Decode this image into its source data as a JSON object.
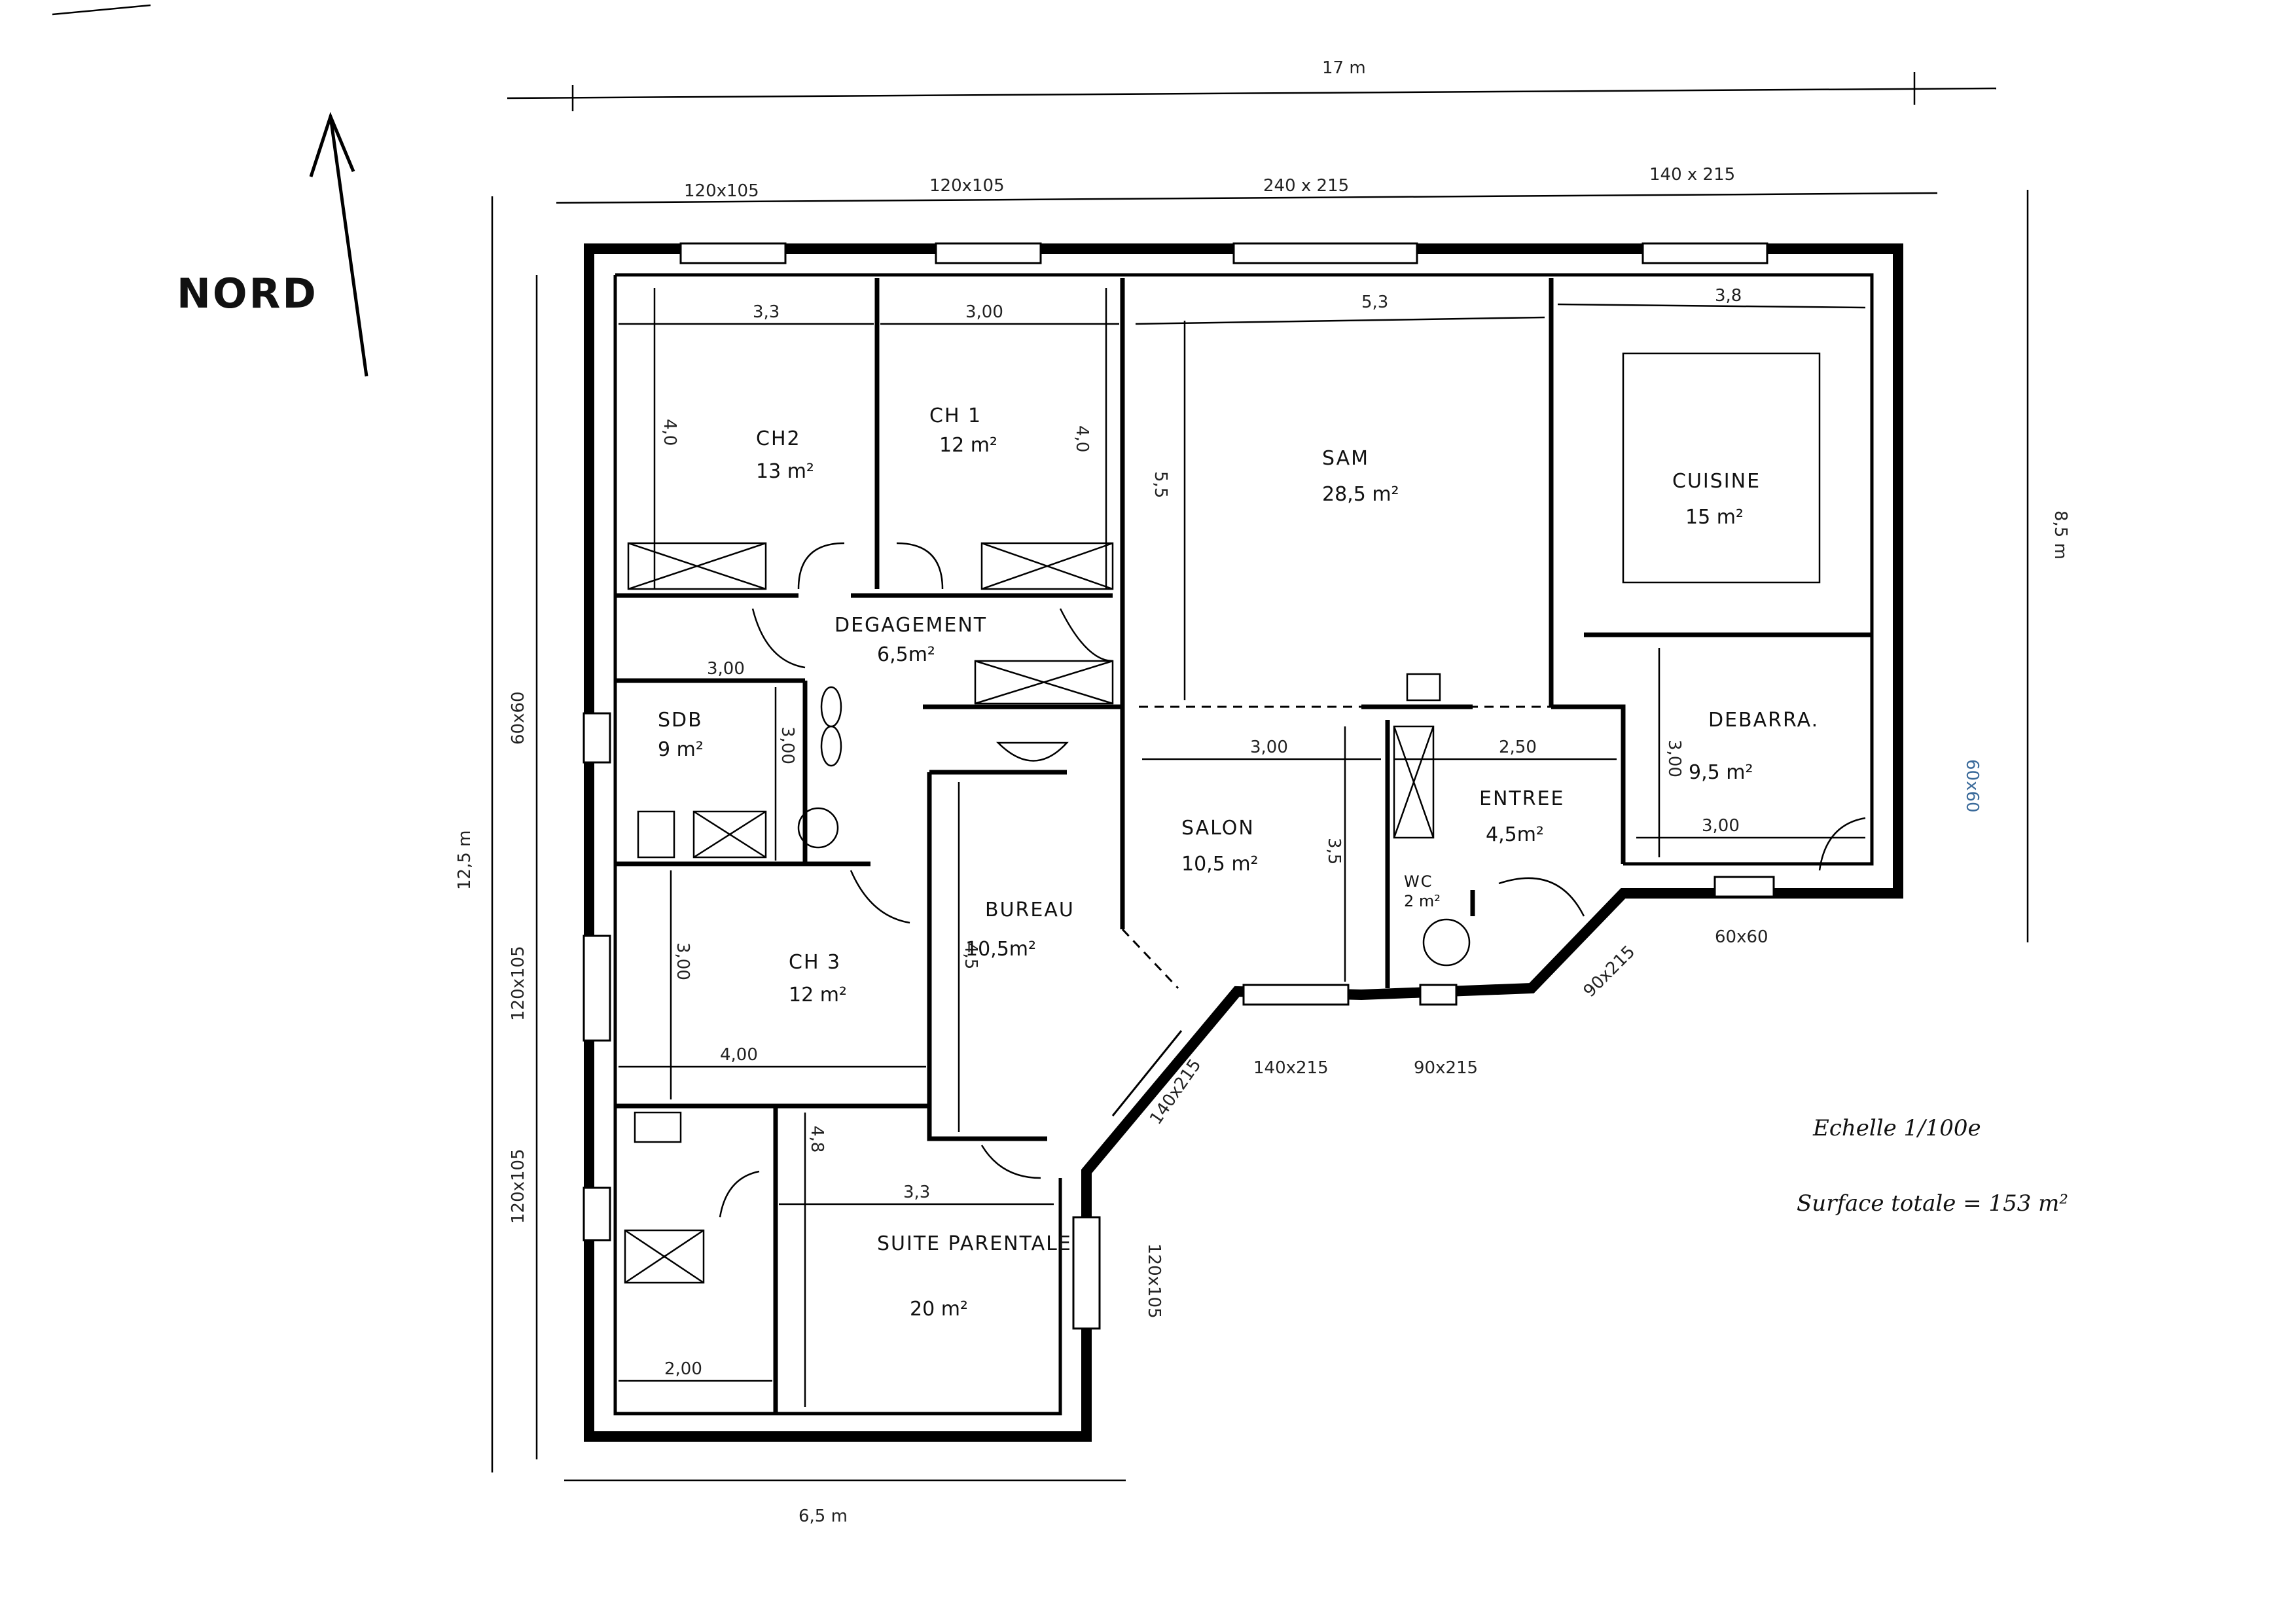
{
  "compass": {
    "label": "NORD"
  },
  "notes": {
    "scale": "Echelle 1/100e",
    "total_area": "Surface totale = 153 m²"
  },
  "rooms": [
    {
      "key": "ch2",
      "name": "CH2",
      "area": "13 m²"
    },
    {
      "key": "ch1",
      "name": "CH 1",
      "area": "12 m²"
    },
    {
      "key": "sam",
      "name": "SAM",
      "area": "28,5 m²"
    },
    {
      "key": "cuisine",
      "name": "CUISINE",
      "area": "15 m²"
    },
    {
      "key": "degagement",
      "name": "DEGAGEMENT",
      "area": "6,5m²"
    },
    {
      "key": "sdb",
      "name": "SDB",
      "area": "9 m²"
    },
    {
      "key": "debarras",
      "name": "DEBARRA.",
      "area": "9,5 m²"
    },
    {
      "key": "salon",
      "name": "SALON",
      "area": "10,5 m²"
    },
    {
      "key": "entree",
      "name": "ENTREE",
      "area": "4,5m²"
    },
    {
      "key": "wc",
      "name": "WC",
      "area": "2 m²"
    },
    {
      "key": "bureau",
      "name": "BUREAU",
      "area": "10,5m²"
    },
    {
      "key": "ch3",
      "name": "CH 3",
      "area": "12 m²"
    },
    {
      "key": "suite",
      "name": "SUITE PARENTALE",
      "area": "20 m²"
    }
  ],
  "dimensions": {
    "overall_width": "17 m",
    "overall_depth_left": "12,5 m",
    "overall_depth_right": "8,5 m",
    "bottom_width": "6,5 m",
    "win_ch2": "120x105",
    "win_ch1": "120x105",
    "win_sam": "240 x 215",
    "win_cuisine": "140 x 215",
    "win_sdb": "60x60",
    "win_ch3": "120x105",
    "win_suite_w": "120x105",
    "win_suite_e": "120x105",
    "win_bureau": "140x215",
    "win_salon": "140x215",
    "win_entree_w": "90x215",
    "win_entree_e": "90x215",
    "win_debarras_s": "60x60",
    "win_debarras_e": "60x60",
    "ch2_w": "3,3",
    "ch1_w": "3,00",
    "sam_w": "5,3",
    "cuisine_w": "3,8",
    "ch2_d": "4,0",
    "ch1_d": "4,0",
    "sam_d": "5,5",
    "sdb_w": "3,00",
    "sdb_d": "3,00",
    "salon_w": "3,00",
    "entree_w": "2,50",
    "debarras_w": "3,00",
    "debarras_d": "3,00",
    "salon_d": "3,5",
    "ch3_d": "3,00",
    "ch3_w": "4,00",
    "bureau_d": "4,5",
    "suite_w": "3,3",
    "suite_d": "4,8",
    "dressing_w": "2,00"
  }
}
